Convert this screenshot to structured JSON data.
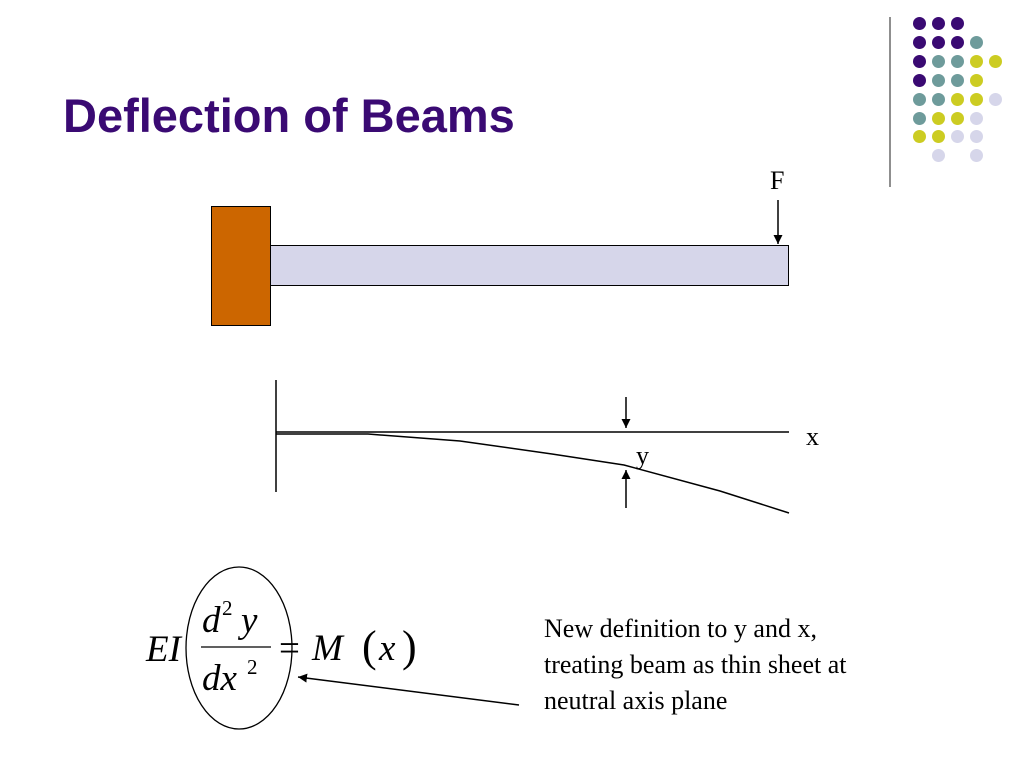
{
  "slide": {
    "title": "Deflection of Beams"
  },
  "theme": {
    "title_color": "#3a0a73",
    "dot_colors": [
      "#3a0a73",
      "#6e9b9b",
      "#cccc22",
      "#d6d6ea"
    ],
    "wall_color": "#cc6600",
    "beam_color": "#d6d6ea"
  },
  "diagram": {
    "force_label": "F",
    "x_label": "x",
    "y_label": "y"
  },
  "equation": {
    "lhs_prefix": "EI",
    "numerator_d": "d",
    "numerator_power": "2",
    "numerator_y": "y",
    "denominator": "dx",
    "denominator_power": "2",
    "equals": "=",
    "rhs_func": "M",
    "paren_open": "(",
    "rhs_arg": "x",
    "paren_close": ")"
  },
  "note": {
    "lines": [
      "New definition to y and x,",
      "treating beam as thin sheet at",
      "neutral axis plane"
    ]
  }
}
